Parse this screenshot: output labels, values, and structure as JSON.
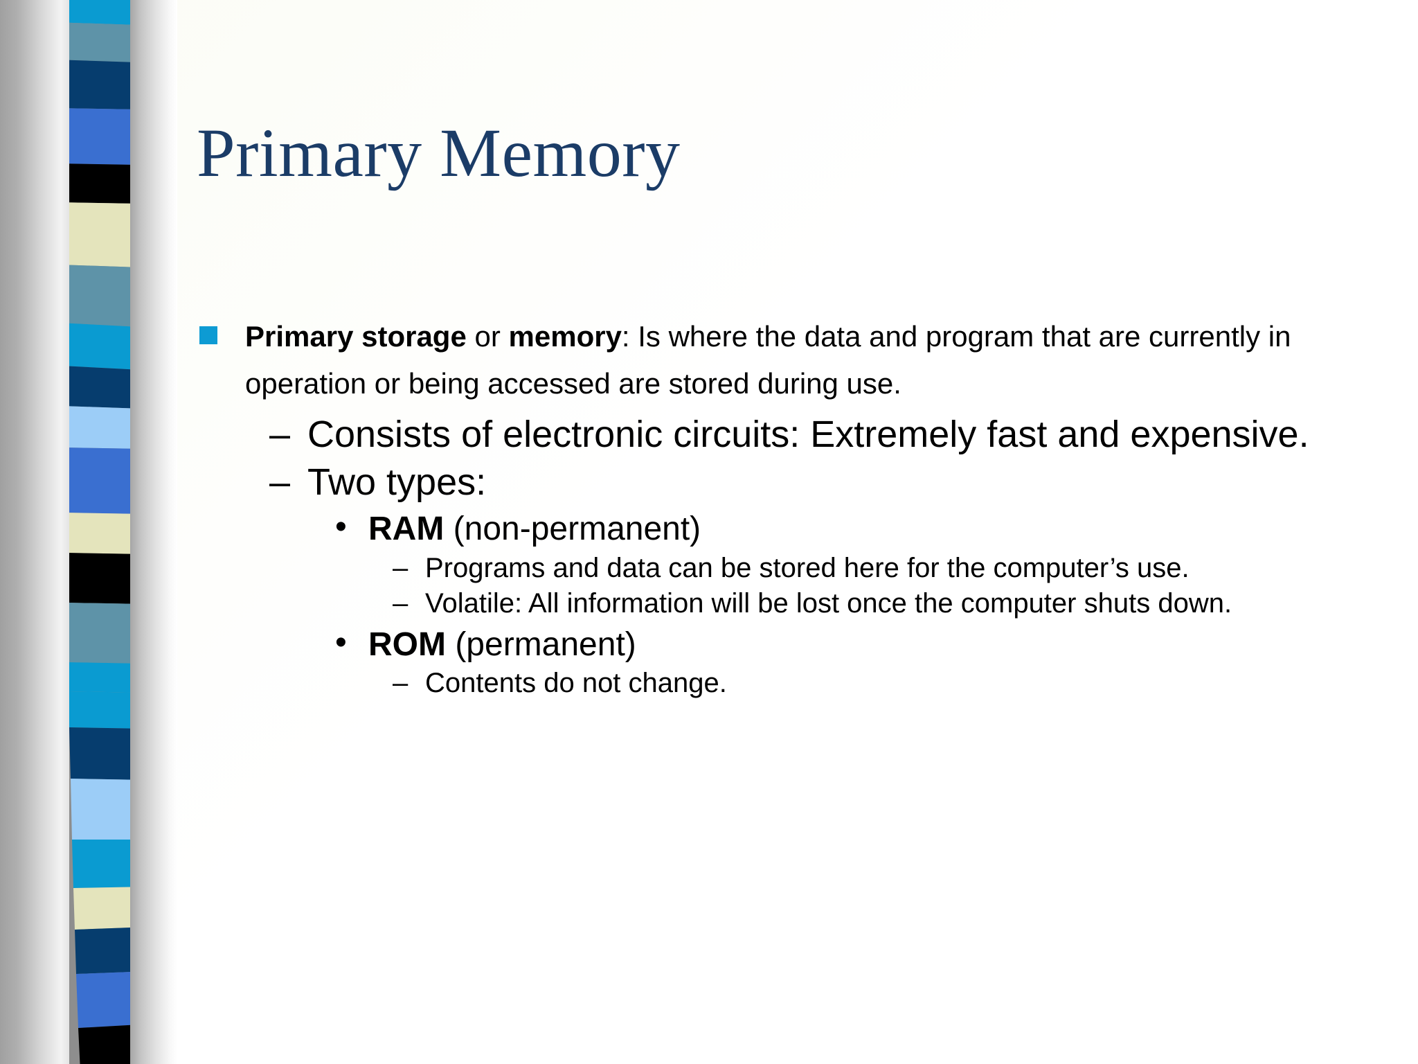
{
  "slide": {
    "title": "Primary Memory",
    "title_color": "#1b3c67",
    "background_color": "#ffffff",
    "bullet_square_color": "#0d9bd3",
    "body_text_color": "#000000"
  },
  "bullets": {
    "level1": {
      "marker": "square",
      "bold_a": "Primary storage",
      "mid": " or ",
      "bold_b": "memory",
      "rest": ": Is where the data and program that are currently in operation or being accessed are stored during use."
    },
    "level2": [
      {
        "marker": "–",
        "text": "Consists of electronic circuits:  Extremely fast and expensive."
      },
      {
        "marker": "–",
        "text": "Two types:"
      }
    ],
    "ram": {
      "marker": "•",
      "bold": "RAM",
      "rest": " (non-permanent)",
      "subs": [
        {
          "marker": "–",
          "text": "Programs and data can be stored here for the computer’s use."
        },
        {
          "marker": "–",
          "text": "Volatile: All information will be lost once the computer shuts down."
        }
      ]
    },
    "rom": {
      "marker": "•",
      "bold": "ROM",
      "rest": " (permanent)",
      "subs": [
        {
          "marker": "–",
          "text": "Contents do not change."
        }
      ]
    }
  },
  "decor": {
    "stripe_colors": [
      "#0a9bd1",
      "#5e93a8",
      "#063d6e",
      "#3a6fd0",
      "#000000",
      "#e4e4bc",
      "#5e93a8",
      "#0a9bd1",
      "#063d6e",
      "#9ccdf7",
      "#3a6fd0",
      "#e4e4bc",
      "#000000",
      "#5e93a8",
      "#0a9bd1",
      "#063d6e",
      "#9ccdf7",
      "#3a6fd0",
      "#e4e4bc",
      "#000000",
      "#5e93a8",
      "#0a9bd1",
      "#063d6e",
      "#9ccdf7",
      "#0a9bd1",
      "#e4e4bc",
      "#063d6e",
      "#3a6fd0",
      "#000000"
    ]
  }
}
